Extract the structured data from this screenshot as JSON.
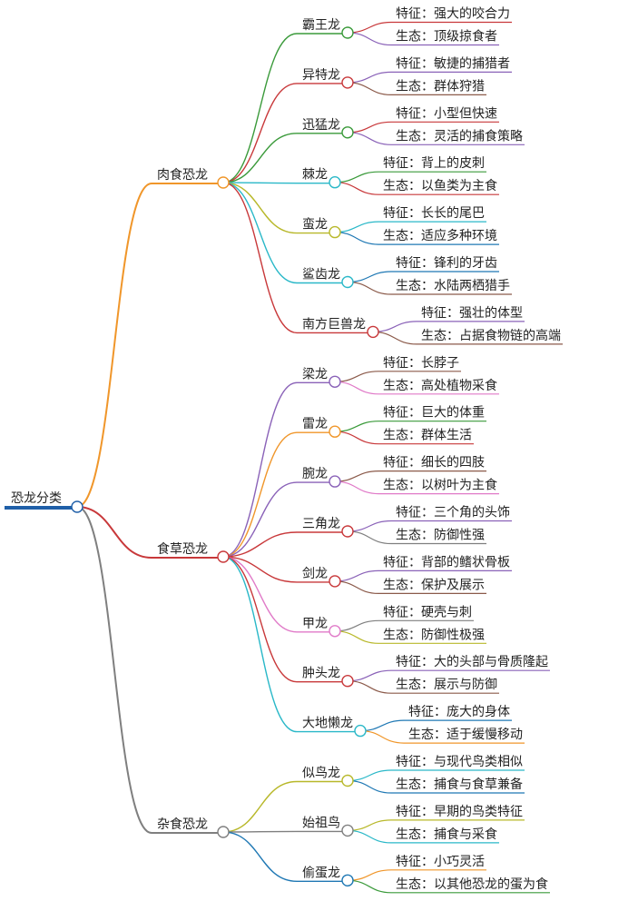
{
  "root": {
    "label": "恐龙分类",
    "color": "#1f5fa8"
  },
  "groups": [
    {
      "label": "肉食恐龙",
      "color": "#f0962a",
      "children": [
        {
          "label": "霸王龙",
          "color": "#3a9a3a",
          "leaves": [
            {
              "label": "特征：强大的咬合力",
              "color": "#c8383a"
            },
            {
              "label": "生态：顶级掠食者",
              "color": "#8a62b8"
            }
          ]
        },
        {
          "label": "异特龙",
          "color": "#c8383a",
          "leaves": [
            {
              "label": "特征：敏捷的捕猎者",
              "color": "#8a62b8"
            },
            {
              "label": "生态：群体狩猎",
              "color": "#8b5a4a"
            }
          ]
        },
        {
          "label": "迅猛龙",
          "color": "#3a9a3a",
          "leaves": [
            {
              "label": "特征：小型但快速",
              "color": "#c8383a"
            },
            {
              "label": "生态：灵活的捕食策略",
              "color": "#8a62b8"
            }
          ]
        },
        {
          "label": "棘龙",
          "color": "#2ab8c8",
          "leaves": [
            {
              "label": "特征：背上的皮刺",
              "color": "#3a9a3a"
            },
            {
              "label": "生态：以鱼类为主食",
              "color": "#c8383a"
            }
          ]
        },
        {
          "label": "蛮龙",
          "color": "#b8b82a",
          "leaves": [
            {
              "label": "特征：长长的尾巴",
              "color": "#2ab8c8"
            },
            {
              "label": "生态：适应多种环境",
              "color": "#1f78b4"
            }
          ]
        },
        {
          "label": "鲨齿龙",
          "color": "#2ab8c8",
          "leaves": [
            {
              "label": "特征：锋利的牙齿",
              "color": "#1f78b4"
            },
            {
              "label": "生态：水陆两栖猎手",
              "color": "#8b5a4a"
            }
          ]
        },
        {
          "label": "南方巨兽龙",
          "color": "#c8383a",
          "leaves": [
            {
              "label": "特征：强壮的体型",
              "color": "#8a62b8"
            },
            {
              "label": "生态：占据食物链的高端",
              "color": "#8b5a4a"
            }
          ]
        }
      ]
    },
    {
      "label": "食草恐龙",
      "color": "#c8383a",
      "children": [
        {
          "label": "梁龙",
          "color": "#8a62b8",
          "leaves": [
            {
              "label": "特征：长脖子",
              "color": "#8b5a4a"
            },
            {
              "label": "生态：高处植物采食",
              "color": "#e07ac8"
            }
          ]
        },
        {
          "label": "雷龙",
          "color": "#f0962a",
          "leaves": [
            {
              "label": "特征：巨大的体重",
              "color": "#3a9a3a"
            },
            {
              "label": "生态：群体生活",
              "color": "#c8383a"
            }
          ]
        },
        {
          "label": "腕龙",
          "color": "#8a62b8",
          "leaves": [
            {
              "label": "特征：细长的四肢",
              "color": "#8b5a4a"
            },
            {
              "label": "生态：以树叶为主食",
              "color": "#e07ac8"
            }
          ]
        },
        {
          "label": "三角龙",
          "color": "#c8383a",
          "leaves": [
            {
              "label": "特征：三个角的头饰",
              "color": "#8a62b8"
            },
            {
              "label": "生态：防御性强",
              "color": "#7f7f7f"
            }
          ]
        },
        {
          "label": "剑龙",
          "color": "#c8383a",
          "leaves": [
            {
              "label": "特征：背部的鳍状骨板",
              "color": "#8a62b8"
            },
            {
              "label": "生态：保护及展示",
              "color": "#8b5a4a"
            }
          ]
        },
        {
          "label": "甲龙",
          "color": "#e07ac8",
          "leaves": [
            {
              "label": "特征：硬壳与刺",
              "color": "#7f7f7f"
            },
            {
              "label": "生态：防御性极强",
              "color": "#b8b82a"
            }
          ]
        },
        {
          "label": "肿头龙",
          "color": "#c8383a",
          "leaves": [
            {
              "label": "特征：大的头部与骨质隆起",
              "color": "#8a62b8"
            },
            {
              "label": "生态：展示与防御",
              "color": "#8b5a4a"
            }
          ]
        },
        {
          "label": "大地懒龙",
          "color": "#2ab8c8",
          "leaves": [
            {
              "label": "特征：庞大的身体",
              "color": "#1f78b4"
            },
            {
              "label": "生态：适于缓慢移动",
              "color": "#f0962a"
            }
          ]
        }
      ]
    },
    {
      "label": "杂食恐龙",
      "color": "#7f7f7f",
      "children": [
        {
          "label": "似鸟龙",
          "color": "#b8b82a",
          "leaves": [
            {
              "label": "特征：与现代鸟类相似",
              "color": "#2ab8c8"
            },
            {
              "label": "生态：捕食与食草兼备",
              "color": "#1f78b4"
            }
          ]
        },
        {
          "label": "始祖鸟",
          "color": "#7f7f7f",
          "leaves": [
            {
              "label": "特征：早期的鸟类特征",
              "color": "#b8b82a"
            },
            {
              "label": "生态：捕食与采食",
              "color": "#2ab8c8"
            }
          ]
        },
        {
          "label": "偷蛋龙",
          "color": "#1f78b4",
          "leaves": [
            {
              "label": "特征：小巧灵活",
              "color": "#f0962a"
            },
            {
              "label": "生态：以其他恐龙的蛋为食",
              "color": "#3a9a3a"
            }
          ]
        }
      ]
    }
  ]
}
